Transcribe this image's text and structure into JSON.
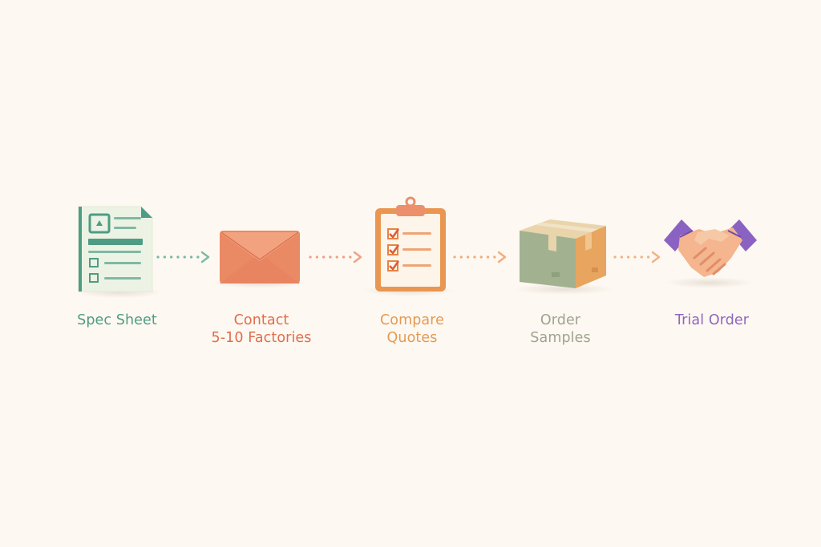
{
  "diagram": {
    "steps": [
      {
        "lines": [
          "Spec Sheet"
        ],
        "color": "#4f9c84",
        "icon": "spec-sheet-icon"
      },
      {
        "lines": [
          "Contact",
          "5-10 Factories"
        ],
        "color": "#df6d4c",
        "icon": "envelope-icon"
      },
      {
        "lines": [
          "Compare",
          "Quotes"
        ],
        "color": "#e59a52",
        "icon": "clipboard-checklist-icon"
      },
      {
        "lines": [
          "Order",
          "Samples"
        ],
        "color": "#9ea58f",
        "icon": "package-box-icon"
      },
      {
        "lines": [
          "Trial Order"
        ],
        "color": "#8d66c0",
        "icon": "handshake-icon"
      }
    ],
    "arrow_colors": [
      "#7ab9a5",
      "#eea085",
      "#f0ad7b",
      "#f2b186"
    ]
  }
}
